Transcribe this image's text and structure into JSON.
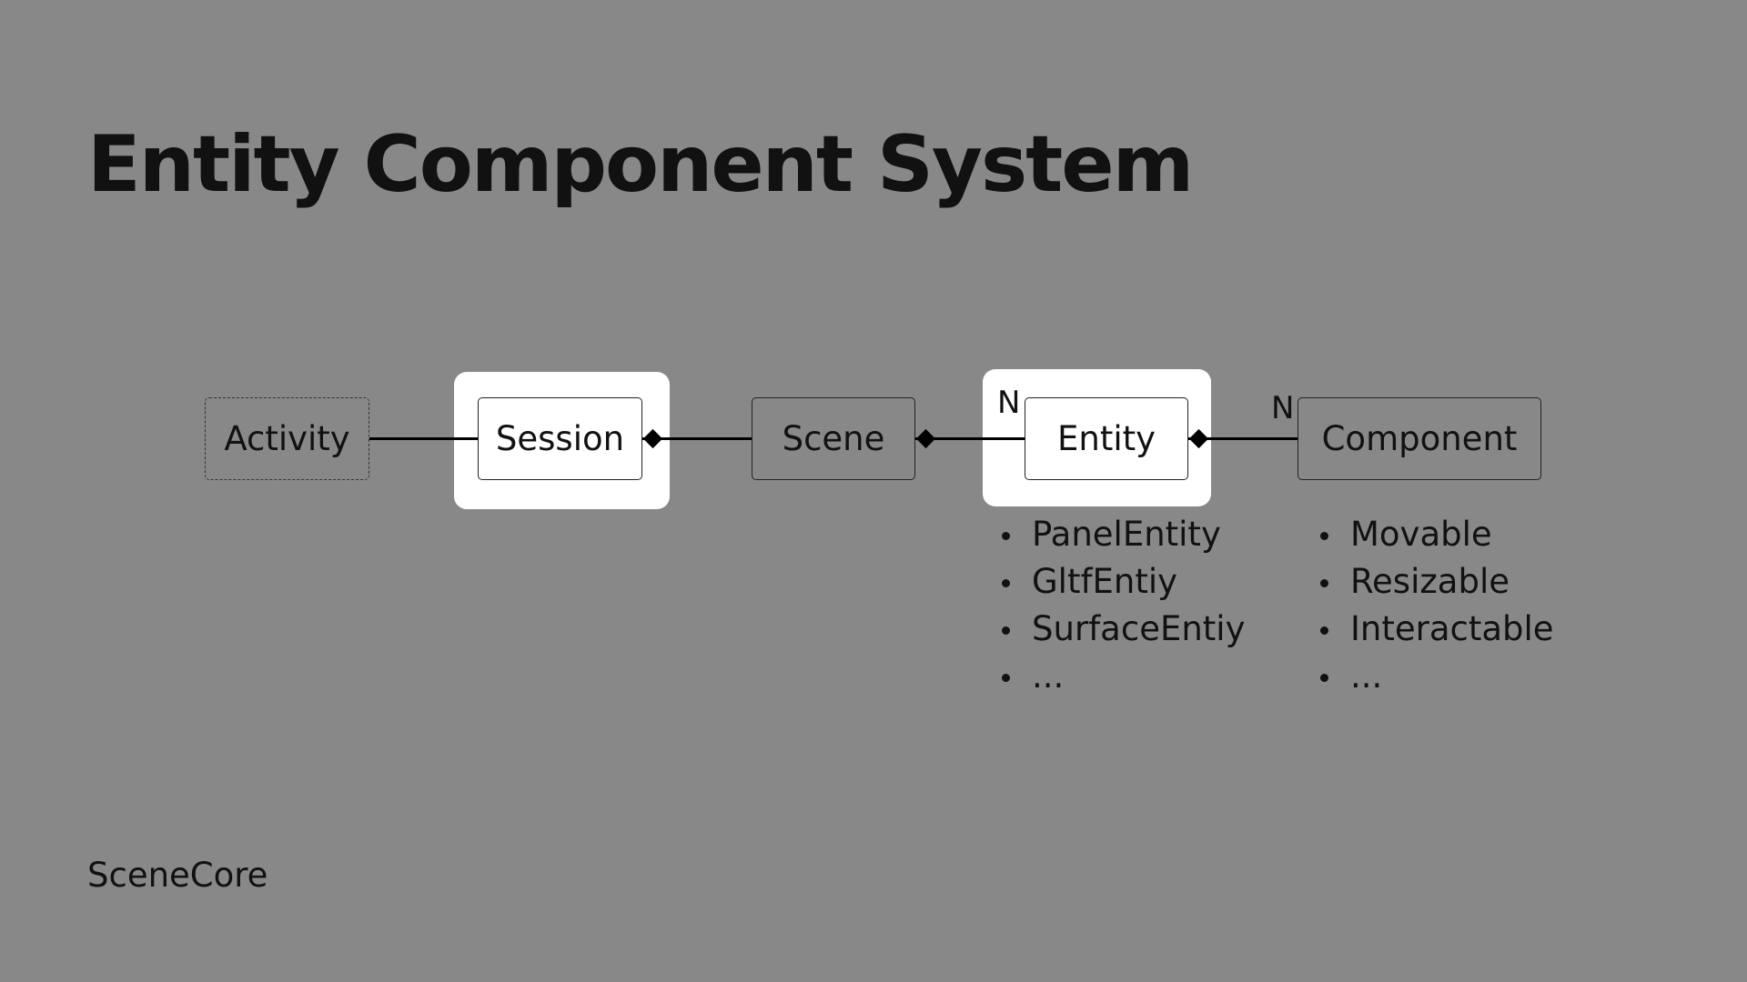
{
  "title": "Entity Component System",
  "footer": "SceneCore",
  "diagram": {
    "nodes": {
      "activity": "Activity",
      "session": "Session",
      "scene": "Scene",
      "entity": "Entity",
      "component": "Component"
    },
    "multiplicities": {
      "entity": "N",
      "component": "N"
    },
    "entity_types": [
      "PanelEntity",
      "GltfEntiy",
      "SurfaceEntiy",
      "..."
    ],
    "component_types": [
      "Movable",
      "Resizable",
      "Interactable",
      "..."
    ]
  },
  "colors": {
    "background": "#888888",
    "highlight": "#ffffff",
    "line": "#000000"
  }
}
